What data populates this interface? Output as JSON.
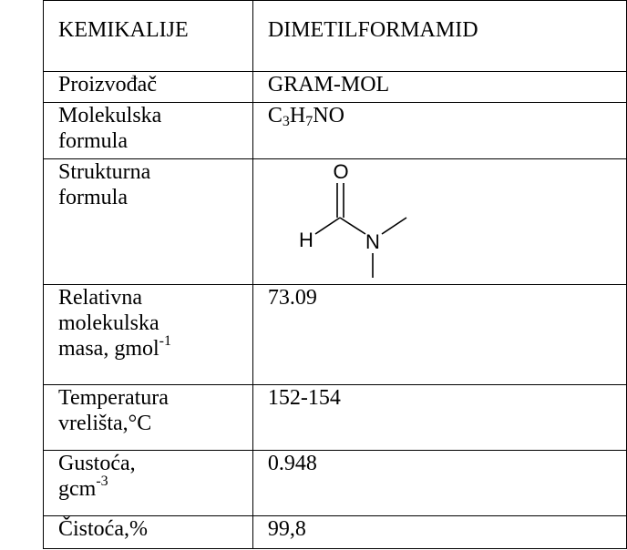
{
  "table": {
    "header": {
      "col1": "KEMIKALIJE",
      "col2": "DIMETILFORMAMID"
    },
    "proizvodac": {
      "label": "Proizvođač",
      "value": "GRAM-MOL"
    },
    "molecular_formula": {
      "label_line1": "Molekulska",
      "label_line2": "formula",
      "value_parts": {
        "a": "C",
        "a_sub": "3",
        "b": "H",
        "b_sub": "7",
        "c": "NO"
      }
    },
    "structural_formula": {
      "label_line1": "Strukturna",
      "label_line2": "formula",
      "atoms": {
        "O": "O",
        "H": "H",
        "N": "N"
      }
    },
    "relative_mass": {
      "label_line1": "Relativna",
      "label_line2": "molekulska",
      "label_line3": "masa, gmol",
      "label_sup": "-1",
      "value": "73.09"
    },
    "boiling_point": {
      "label_line1": "Temperatura",
      "label_line2": "vrelišta,°C",
      "value": "152-154"
    },
    "density": {
      "label_line1": "Gustoća,",
      "label_line2": "gcm",
      "label_sup": "-3",
      "value": "0.948"
    },
    "purity": {
      "label": "Čistoća,%",
      "value": "99,8"
    }
  }
}
